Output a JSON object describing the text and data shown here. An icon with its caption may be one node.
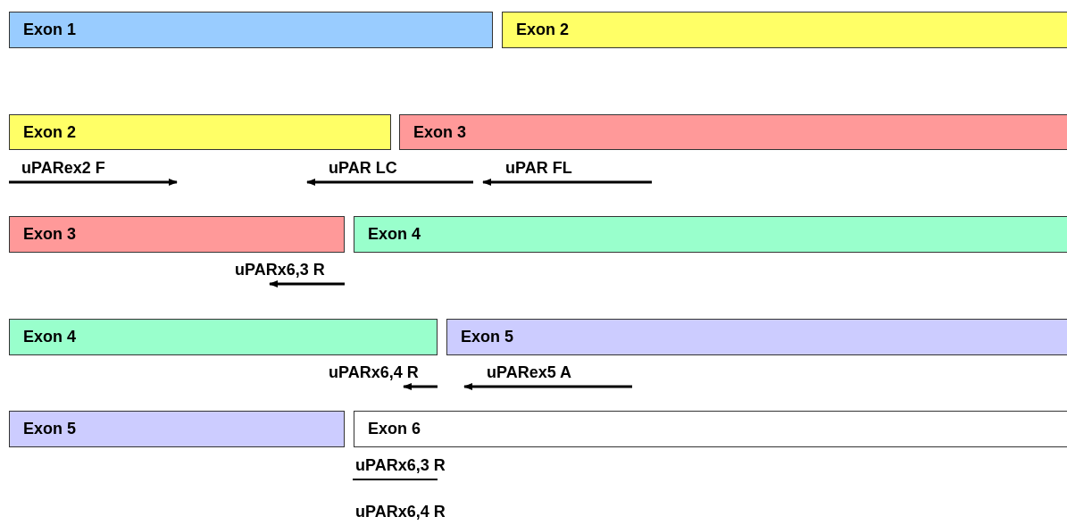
{
  "diagram": {
    "nodes": [
      {
        "text": [
          "Exon 1"
        ]
      },
      {
        "text": [
          "Exon 2"
        ]
      },
      {
        "text": [
          "Exon 2"
        ]
      },
      {
        "text": [
          "Exon 3"
        ]
      },
      {
        "text": [
          "Exon 3"
        ]
      },
      {
        "text": [
          "Exon 4"
        ]
      },
      {
        "text": [
          "Exon 4"
        ]
      },
      {
        "text": [
          "Exon 5"
        ]
      },
      {
        "text": [
          "Exon 5"
        ]
      },
      {
        "text": [
          "Exon 6"
        ]
      }
    ],
    "labels": [
      "uPARex2 F",
      "uPAR LC",
      "uPAR FL",
      "uPARx6,3 R",
      "uPARx6,4 R",
      "uPARex5 A",
      "uPARx6,3 R",
      "uPARx6,4 R"
    ]
  }
}
